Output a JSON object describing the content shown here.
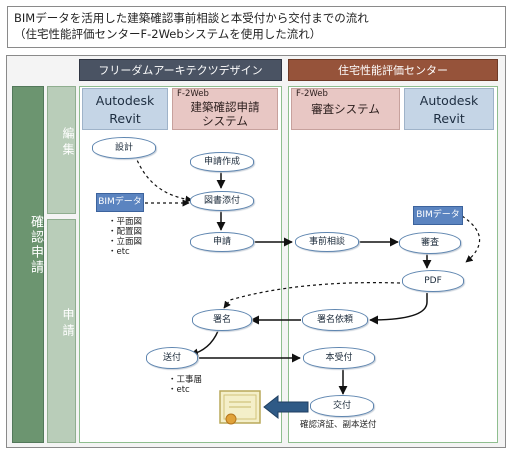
{
  "header": {
    "line1": "BIMデータを活用した建築確認事前相談と本受付から交付までの流れ",
    "line2": "（住宅性能評価センターF-2Webシステムを使用した流れ）"
  },
  "columns": {
    "left_org": "フリーダムアーキテクツデザイン",
    "right_org": "住宅性能評価センター"
  },
  "side": {
    "main_label": "確認申請",
    "edit_label": "編集",
    "apply_label": "申請"
  },
  "systems": {
    "revit_left": [
      "Autodesk",
      "Revit"
    ],
    "f2_left_small": "F-2Web",
    "f2_left_main": [
      "建築確認申請",
      "システム"
    ],
    "f2_right_small": "F-2Web",
    "f2_right_main": "審査システム",
    "revit_right": [
      "Autodesk",
      "Revit"
    ]
  },
  "nodes": {
    "design": "設計",
    "create_app": "申請作成",
    "attach": "図書添付",
    "apply": "申請",
    "consult": "事前相談",
    "review": "審査",
    "pdf": "PDF",
    "sign": "署名",
    "sign_request": "署名依頼",
    "send": "送付",
    "receipt": "本受付",
    "issue": "交付"
  },
  "bim_left": {
    "label": "BIMデータ",
    "items": [
      "・平面図",
      "・配置図",
      "・立面図",
      "・etc"
    ]
  },
  "bim_right": {
    "label": "BIMデータ"
  },
  "send_notes": [
    "・工事届",
    "・etc"
  ],
  "issue_note": "確認済証、副本送付",
  "colors": {
    "left_header": "#4a5363",
    "right_header": "#96533a",
    "lane_green": "#6c9570",
    "node_border": "#5f86b0",
    "bim_blue": "#5b84c0"
  }
}
